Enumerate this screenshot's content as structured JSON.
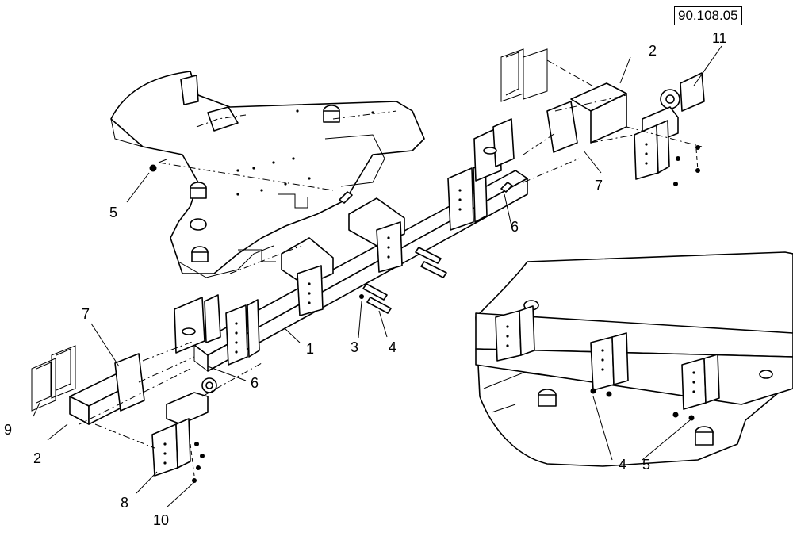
{
  "reference_number": "90.108.05",
  "callouts": {
    "c1": "1",
    "c2_left": "2",
    "c2_right": "2",
    "c3": "3",
    "c4_center": "4",
    "c4_inset": "4",
    "c5_left": "5",
    "c5_inset": "5",
    "c6_left": "6",
    "c6_right": "6",
    "c7_left": "7",
    "c7_right": "7",
    "c8": "8",
    "c9": "9",
    "c10": "10",
    "c11": "11"
  }
}
